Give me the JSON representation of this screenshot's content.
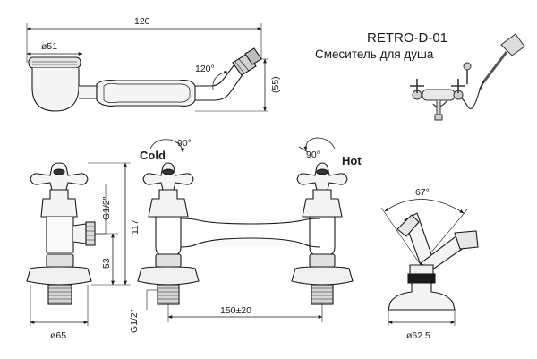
{
  "header": {
    "model": "RETRO-D-01",
    "description": "Смеситель для душа"
  },
  "dimensions": {
    "width_top": "120",
    "diameter_top": "ø51",
    "angle_top": "120°",
    "height_top": "(55)",
    "angle_cold": "90°",
    "angle_hot": "90°",
    "thread_side": "G1/2\"",
    "height_total": "117",
    "height_inlet": "53",
    "base_diameter_left": "ø65",
    "thread_bottom": "G1/2\"",
    "center_distance": "150±20",
    "handle_angle": "67°",
    "base_diameter_right": "ø62.5"
  },
  "labels": {
    "cold": "Cold",
    "hot": "Hot"
  },
  "colors": {
    "line": "#1a1a1a",
    "thin": "#555555",
    "fill_light": "#f2f2f2",
    "chrome": "#cfcfcf"
  }
}
